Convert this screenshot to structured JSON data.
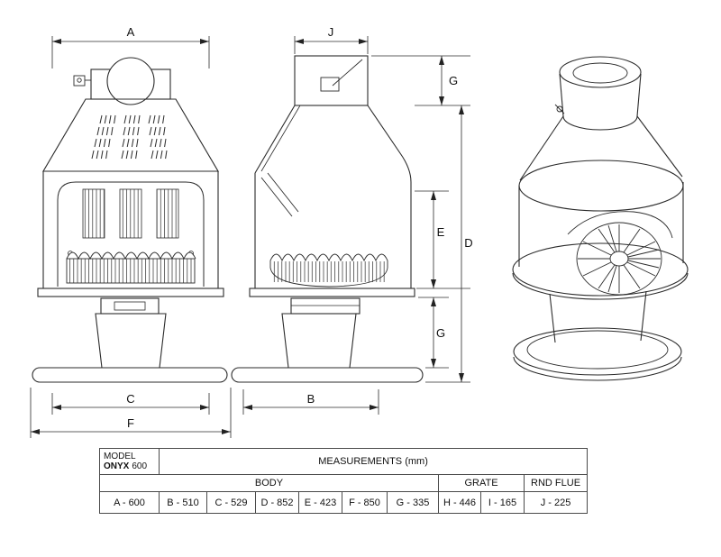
{
  "diagram": {
    "dim_a": "A",
    "dim_j": "J",
    "dim_g_top": "G",
    "dim_e": "E",
    "dim_d": "D",
    "dim_g_bottom": "G",
    "dim_c": "C",
    "dim_f": "F",
    "dim_b": "B"
  },
  "table": {
    "model_label": "MODEL",
    "model_name": "ONYX",
    "model_number": "600",
    "measurements_header": "MEASUREMENTS (mm)",
    "group_body": "BODY",
    "group_grate": "GRATE",
    "group_rnd_flue": "RND FLUE",
    "values": [
      "A - 600",
      "B - 510",
      "C - 529",
      "D - 852",
      "E - 423",
      "F - 850",
      "G - 335",
      "H - 446",
      "I - 165",
      "J - 225"
    ]
  }
}
